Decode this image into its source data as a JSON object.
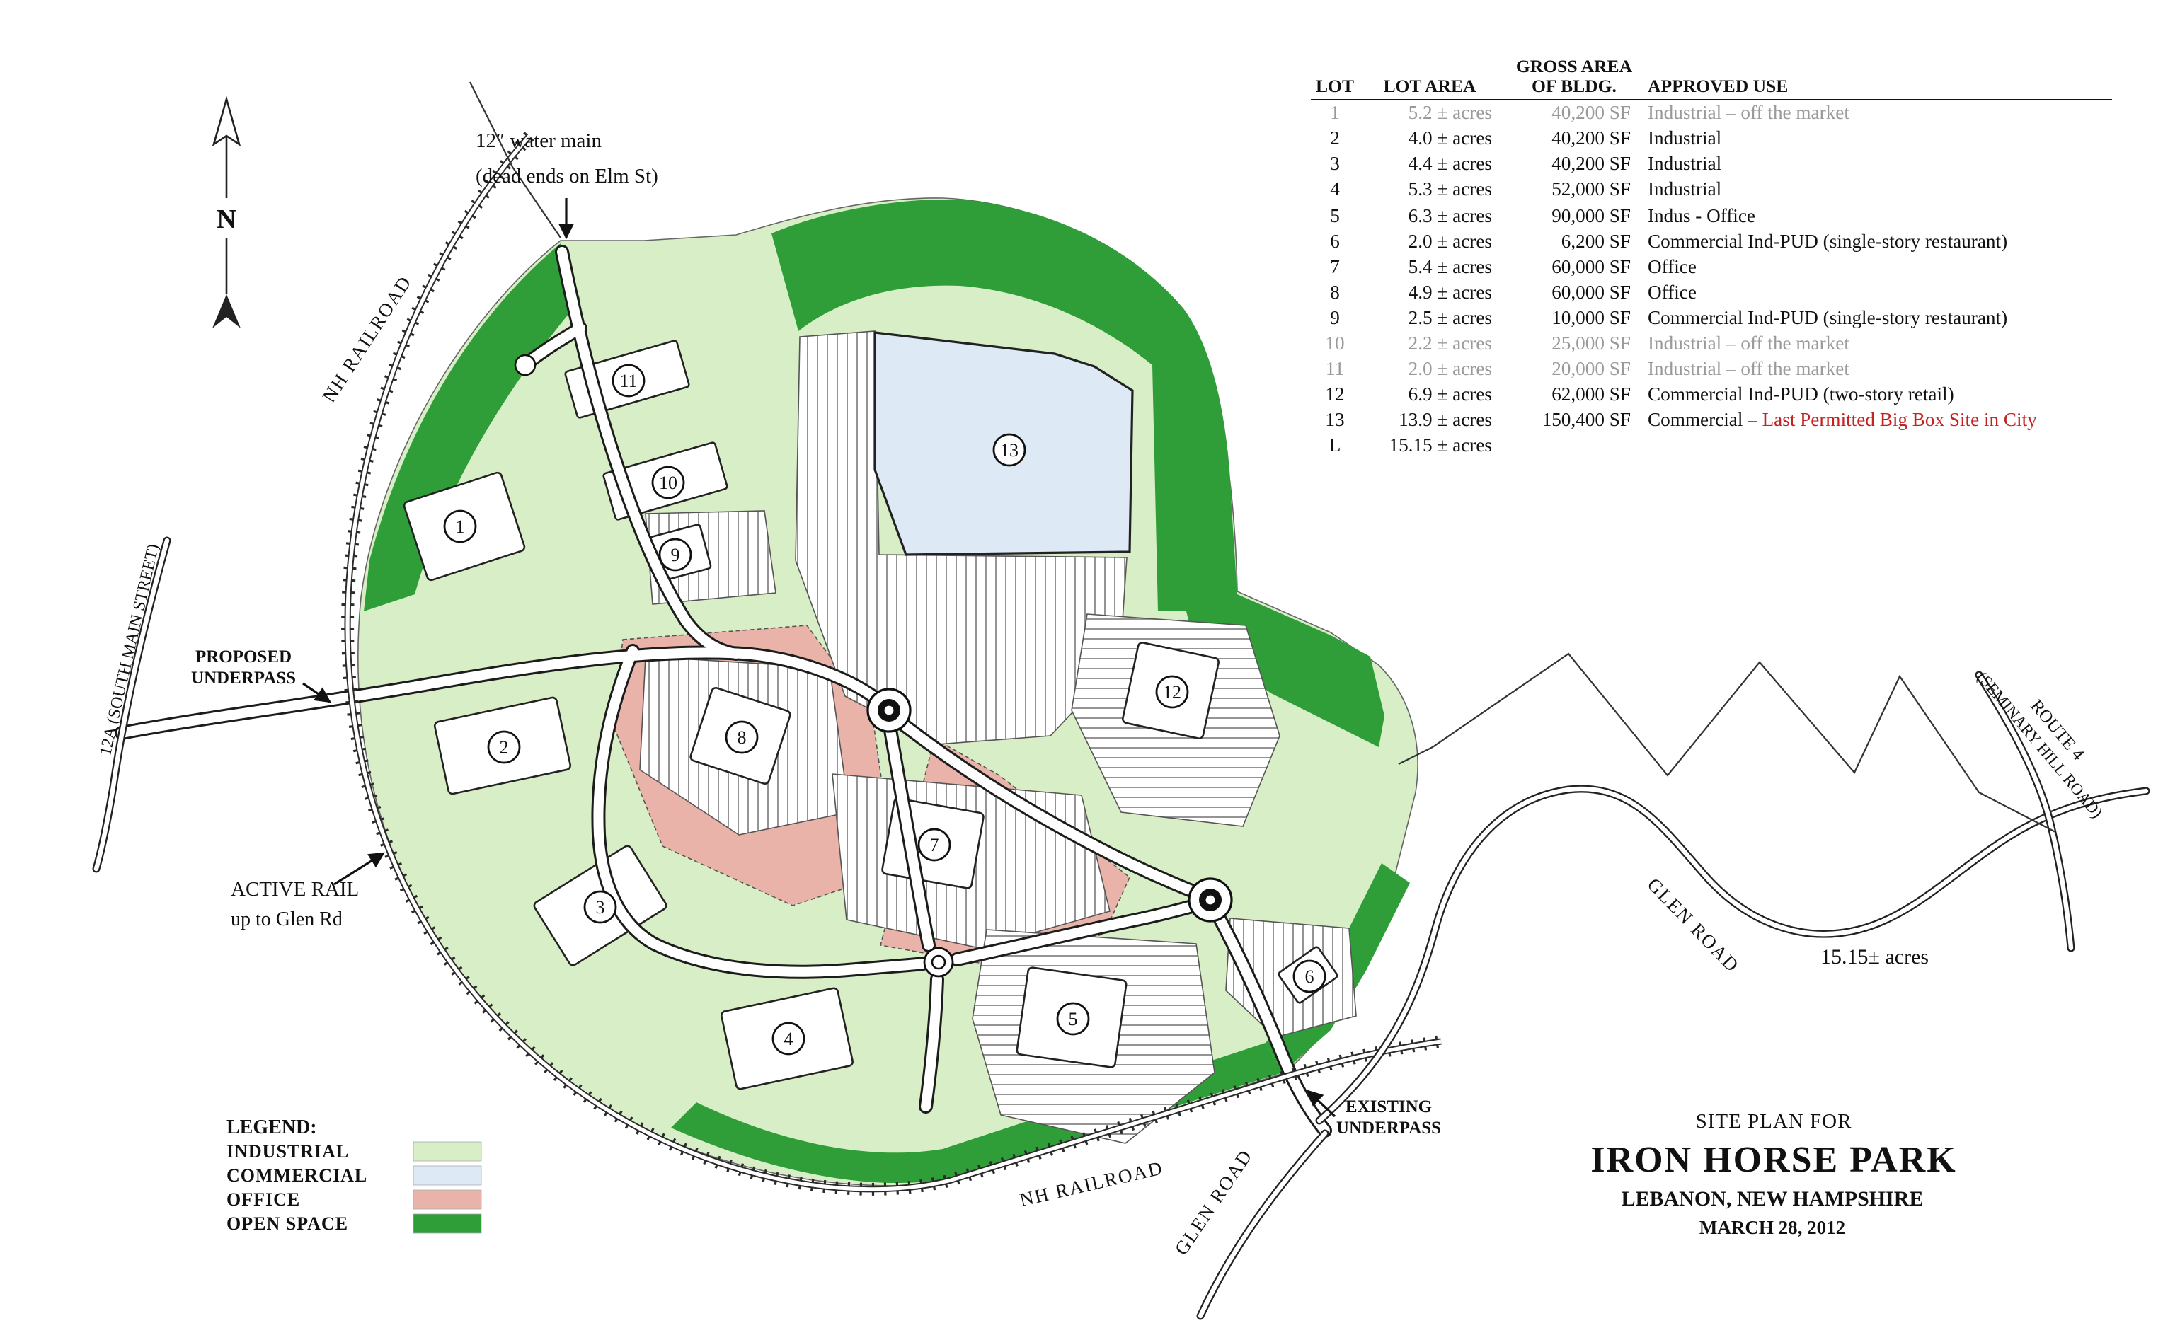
{
  "title_block": {
    "line1": "SITE PLAN FOR",
    "line2": "IRON HORSE PARK",
    "line3": "LEBANON, NEW HAMPSHIRE",
    "line4": "MARCH 28, 2012"
  },
  "legend": {
    "title": "LEGEND:",
    "items": [
      {
        "label": "INDUSTRIAL",
        "color": "#d7eec6"
      },
      {
        "label": "COMMERCIAL",
        "color": "#dde9f5"
      },
      {
        "label": "OFFICE",
        "color": "#e9b3aa"
      },
      {
        "label": "OPEN SPACE",
        "color": "#2f9e38"
      }
    ]
  },
  "table": {
    "headers": {
      "lot": "LOT",
      "lot_area": "LOT AREA",
      "gross_line1": "GROSS AREA",
      "gross_line2": "OF BLDG.",
      "approved_use": "APPROVED USE"
    },
    "rows": [
      {
        "lot": "1",
        "area": "5.2 ± acres",
        "gross": "40,200 SF",
        "use": "Industrial – off the market"
      },
      {
        "lot": "2",
        "area": "4.0 ± acres",
        "gross": "40,200 SF",
        "use": "Industrial"
      },
      {
        "lot": "3",
        "area": "4.4 ± acres",
        "gross": "40,200 SF",
        "use": "Industrial"
      },
      {
        "lot": "4",
        "area": "5.3 ± acres",
        "gross": "52,000 SF",
        "use": "Industrial"
      },
      {
        "lot": "5",
        "area": "6.3 ± acres",
        "gross": "90,000 SF",
        "use": "Indus - Office"
      },
      {
        "lot": "6",
        "area": "2.0 ± acres",
        "gross": "6,200 SF",
        "use": "Commercial Ind-PUD (single-story restaurant)"
      },
      {
        "lot": "7",
        "area": "5.4 ± acres",
        "gross": "60,000 SF",
        "use": "Office"
      },
      {
        "lot": "8",
        "area": "4.9 ± acres",
        "gross": "60,000 SF",
        "use": "Office"
      },
      {
        "lot": "9",
        "area": "2.5 ± acres",
        "gross": "10,000 SF",
        "use": "Commercial Ind-PUD (single-story restaurant)"
      },
      {
        "lot": "10",
        "area": "2.2 ± acres",
        "gross": "25,000 SF",
        "use": "Industrial – off the market"
      },
      {
        "lot": "11",
        "area": "2.0 ± acres",
        "gross": "20,000 SF",
        "use": "Industrial – off the market"
      },
      {
        "lot": "12",
        "area": "6.9 ± acres",
        "gross": "62,000 SF",
        "use": "Commercial Ind-PUD (two-story retail)"
      },
      {
        "lot": "13",
        "area": "13.9 ± acres",
        "gross": "150,400 SF",
        "use": "Commercial ",
        "use_highlight": "– Last Permitted Big Box Site in City"
      },
      {
        "lot": "L",
        "area": "15.15 ± acres",
        "gross": "",
        "use": ""
      }
    ]
  },
  "map": {
    "lot_markers": [
      "1",
      "2",
      "3",
      "4",
      "5",
      "6",
      "7",
      "8",
      "9",
      "10",
      "11",
      "12",
      "13"
    ],
    "annotations": {
      "north": "N",
      "water_main_line1": "12″ water main",
      "water_main_line2": "(dead ends on Elm St)",
      "nh_railroad_left": "NH RAILROAD",
      "nh_railroad_bottom": "NH RAILROAD",
      "route_12a": "12A (SOUTH MAIN STREET)",
      "proposed_underpass_line1": "PROPOSED",
      "proposed_underpass_line2": "UNDERPASS",
      "active_rail_line1": "ACTIVE RAIL",
      "active_rail_line2": "up to Glen Rd",
      "existing_underpass_line1": "EXISTING",
      "existing_underpass_line2": "UNDERPASS",
      "glen_road_bottom": "GLEN ROAD",
      "glen_road_right": "GLEN ROAD",
      "route4_line1": "ROUTE 4",
      "route4_line2": "(SEMINARY HILL ROAD)",
      "acres_l": "15.15± acres"
    }
  }
}
